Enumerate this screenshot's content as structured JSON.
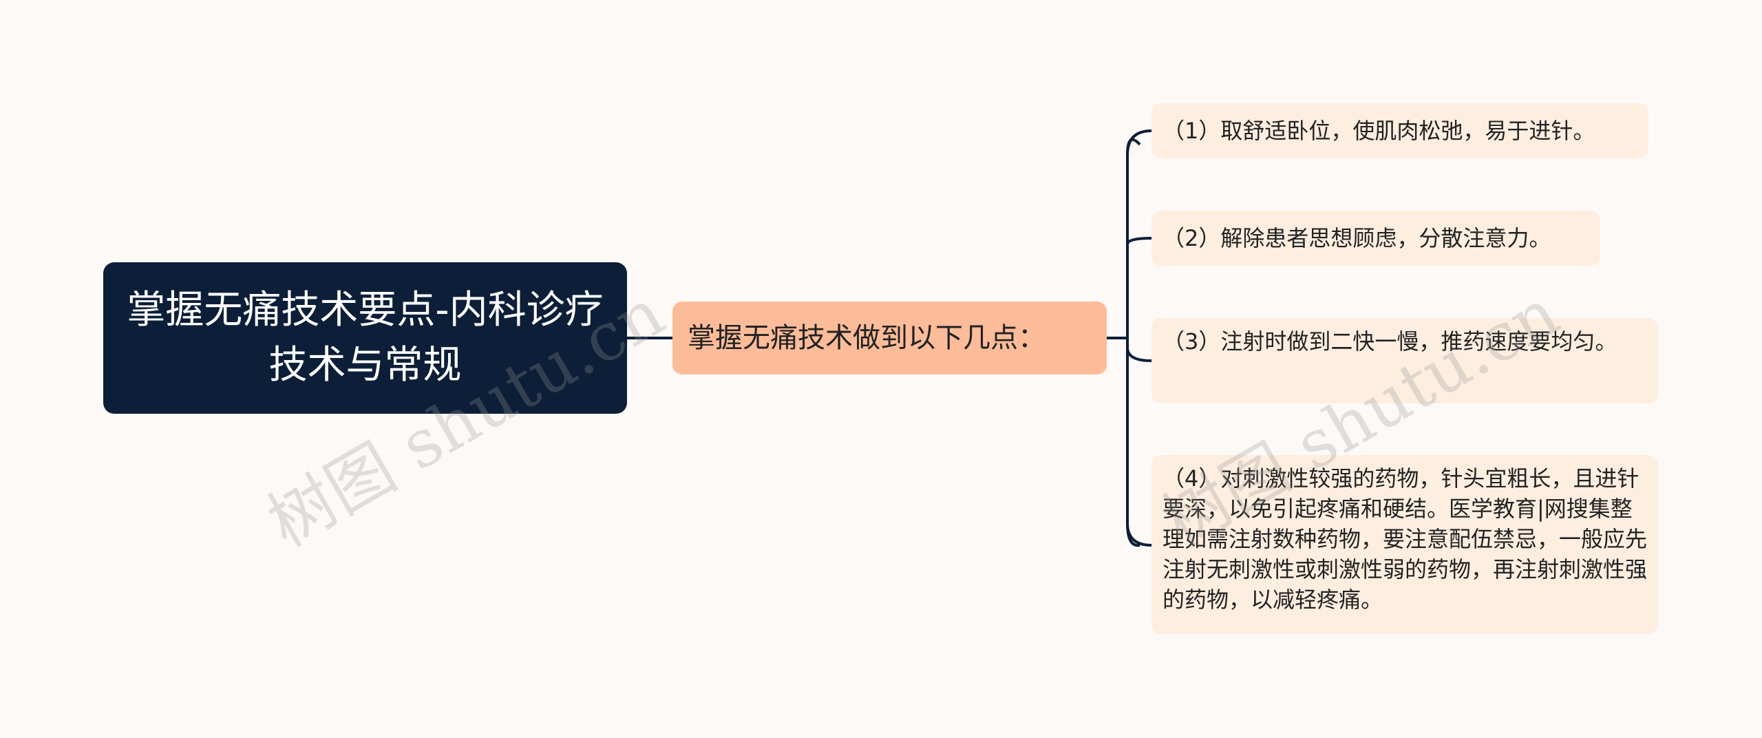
{
  "mindmap": {
    "root": {
      "label": "掌握无痛技术要点-内科诊疗技术与常规"
    },
    "branch": {
      "label": "掌握无痛技术做到以下几点："
    },
    "leaves": [
      {
        "label": "（1）取舒适卧位，使肌肉松弛，易于进针。"
      },
      {
        "label": "（2）解除患者思想顾虑，分散注意力。"
      },
      {
        "label": "（3）注射时做到二快一慢，推药速度要均匀。"
      },
      {
        "label": "（4）对刺激性较强的药物，针头宜粗长，且进针要深，以免引起疼痛和硬结。医学教育|网搜集整理如需注射数种药物，要注意配伍禁忌，一般应先注射无刺激性或刺激性弱的药物，再注射刺激性强的药物，以减轻疼痛。"
      }
    ]
  },
  "watermarks": [
    {
      "text": "树图 shutu.cn"
    },
    {
      "text": "树图 shutu.cn"
    }
  ],
  "colors": {
    "background": "#fdf9f7",
    "root_fill": "#0d1f38",
    "branch_fill": "#fdbc99",
    "leaf_fill": "#fdeee0",
    "connector": "#0d1f38"
  }
}
